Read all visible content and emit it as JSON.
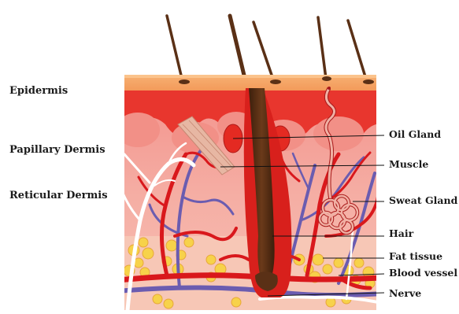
{
  "figure": {
    "labels_left": [
      "Epidermis",
      "Papillary Dermis",
      "Reticular Dermis"
    ],
    "labels_right": [
      "Oil Gland",
      "Muscle",
      "Sweat Gland",
      "Hair",
      "Fat tissue",
      "Blood vessel",
      "Nerve"
    ]
  },
  "colors": {
    "epidermis": "#f5a463",
    "papillary": "#e8362e",
    "dermis": "#f4a39a",
    "fat": "#f7d24a",
    "vessel_red": "#d9181c",
    "vessel_blue": "#6b5cb0",
    "nerve": "#ffffff",
    "hair": "#5a3016",
    "gland": "#f1b0a4"
  }
}
